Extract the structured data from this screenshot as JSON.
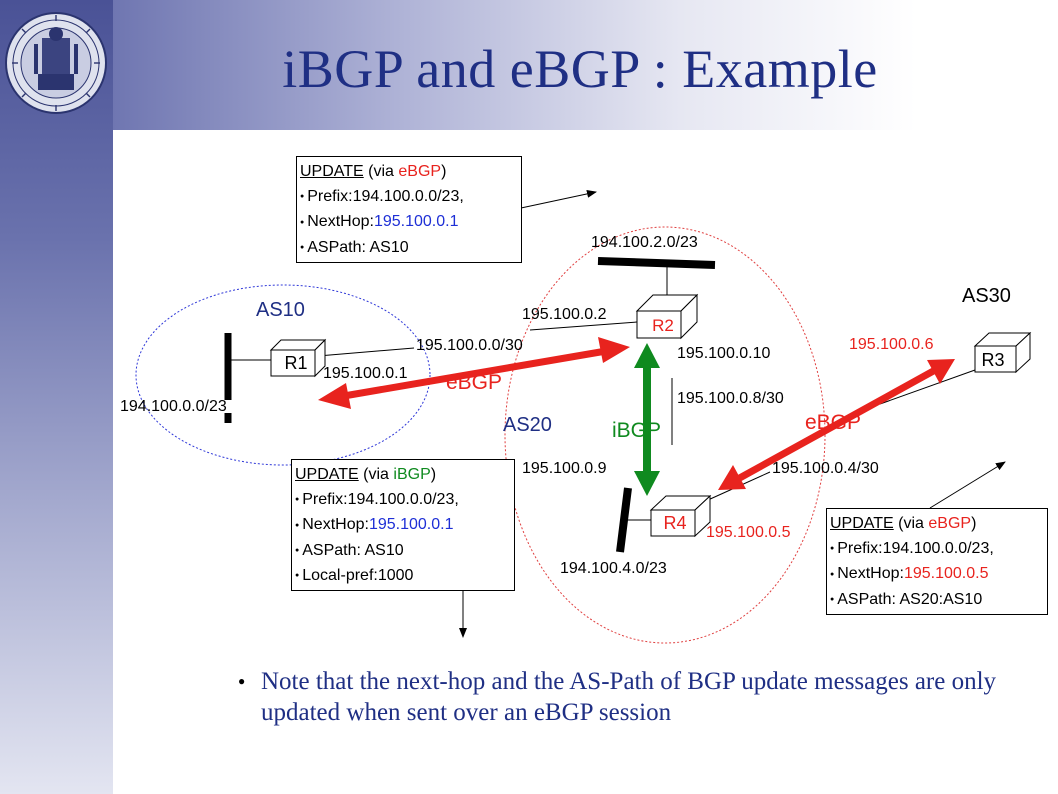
{
  "slide": {
    "title": "iBGP and eBGP : Example",
    "note": "Note that the next-hop and the AS-Path of BGP update messages are only updated when sent over an eBGP session"
  },
  "labels": {
    "as10": "AS10",
    "as20": "AS20",
    "as30": "AS30",
    "r1": "R1",
    "r2": "R2",
    "r3": "R3",
    "r4": "R4",
    "prefix_as10": "194.100.0.0/23",
    "prefix_r2": "194.100.2.0/23",
    "prefix_r4": "194.100.4.0/23",
    "r2_ip_a": "195.100.0.2",
    "link_r1_r2": "195.100.0.0/30",
    "r1_ip": "195.100.0.1",
    "r2_ip_b": "195.100.0.10",
    "link_r2_r4": "195.100.0.8/30",
    "r4_ip_a": "195.100.0.9",
    "link_r4_r3": "195.100.0.4/30",
    "r3_ip": "195.100.0.6",
    "r4_ip_b": "195.100.0.5",
    "ebgp_left": "eBGP",
    "ebgp_right": "eBGP",
    "ibgp": "iBGP"
  },
  "updates": {
    "top": {
      "word": "UPDATE",
      "via_open": "(via ",
      "via": "eBGP",
      "via_close": ")",
      "prefix": "Prefix:194.100.0.0/23,",
      "nexthop_label": "NextHop:",
      "nexthop": "195.100.0.1",
      "aspath": "ASPath: AS10"
    },
    "mid": {
      "word": "UPDATE",
      "via_open": "(via ",
      "via": "iBGP",
      "via_close": ")",
      "prefix": "Prefix:194.100.0.0/23,",
      "nexthop_label": "NextHop:",
      "nexthop": "195.100.0.1",
      "aspath": "ASPath: AS10",
      "localpref": "Local-pref:1000"
    },
    "right": {
      "word": "UPDATE",
      "via_open": "(via ",
      "via": "eBGP",
      "via_close": ")",
      "prefix": "Prefix:194.100.0.0/23,",
      "nexthop_label": "NextHop:",
      "nexthop": "195.100.0.5",
      "aspath": "ASPath: AS20:AS10"
    }
  },
  "colors": {
    "title": "#1f2f84",
    "as_label": "#1f2f84",
    "ebgp_arrow": "#e8231e",
    "ebgp_text": "#e8231e",
    "ibgp": "#0f8a1f",
    "nexthop_blue": "#1e2fd6",
    "nexthop_red": "#e8231e"
  }
}
